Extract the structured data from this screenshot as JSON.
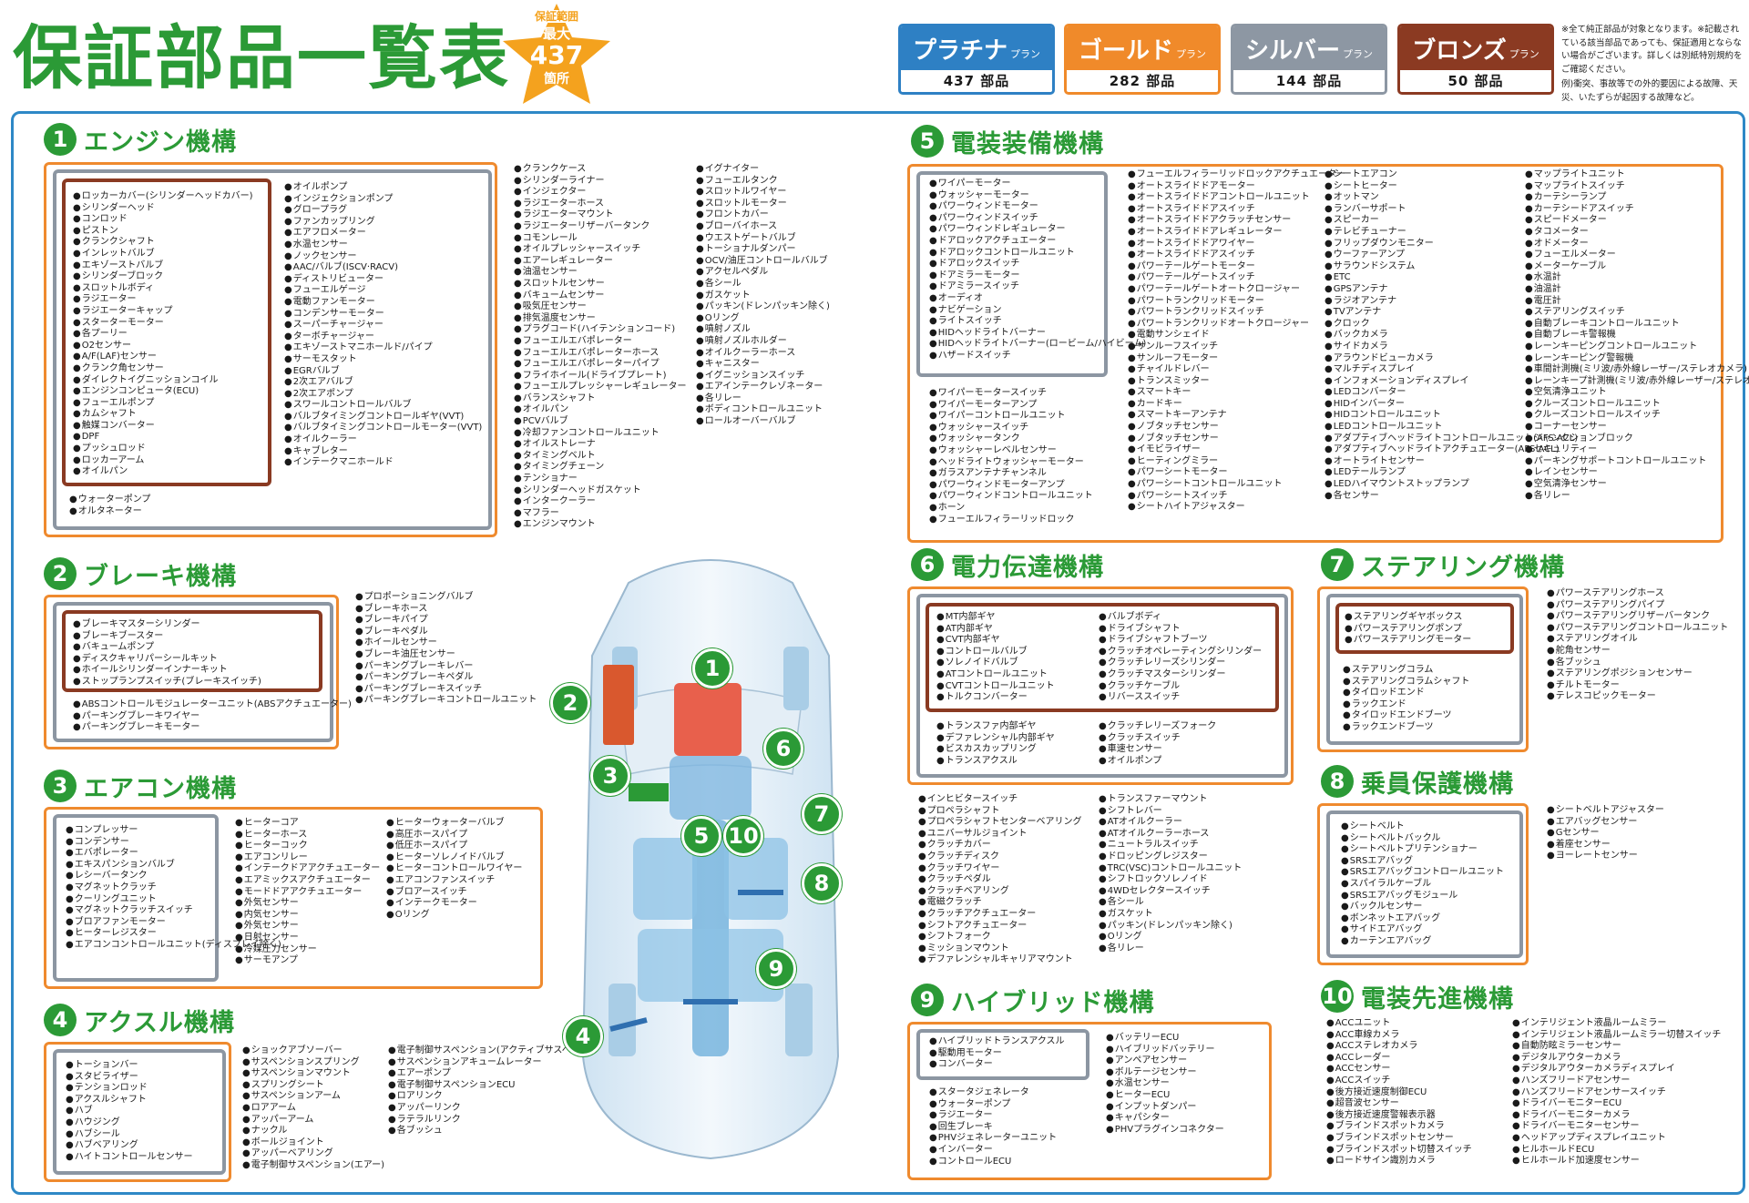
{
  "title": "保証部品一覧表",
  "star": {
    "label": "保証範囲",
    "max_label": "最大",
    "count": "437",
    "unit": "箇所"
  },
  "plans": [
    {
      "name": "プラチナ",
      "suffix": "プラン",
      "count": "437 部品",
      "color": "#2e80c4"
    },
    {
      "name": "ゴールド",
      "suffix": "プラン",
      "count": "282 部品",
      "color": "#f08a2a"
    },
    {
      "name": "シルバー",
      "suffix": "プラン",
      "count": "144 部品",
      "color": "#8d97a3"
    },
    {
      "name": "ブロンズ",
      "suffix": "プラン",
      "count": "50 部品",
      "color": "#8b3a22"
    }
  ],
  "notes": [
    "※全て純正部品が対象となります。※記載されている該当部品であっても、保証適用とならない場合がございます。詳しくは別紙特別規約をご確認ください。",
    "例)衝突、事故等での外的要因による故障、天災、いたずらが起因する故障など。"
  ],
  "sections": {
    "s1": {
      "num": "1",
      "title": "エンジン機構",
      "bronze": [
        "ロッカーカバー(シリンダーヘッドカバー)",
        "シリンダーヘッド",
        "コンロッド",
        "ピストン",
        "クランクシャフト",
        "インレットバルブ",
        "エキゾーストバルブ",
        "シリンダーブロック",
        "スロットルボディ",
        "ラジエーター",
        "ラジエーターキャップ",
        "スターターモーター",
        "各プーリー",
        "O2センサー",
        "A/F(LAF)センサー",
        "クランク角センサー",
        "ダイレクトイグニッションコイル",
        "エンジンコンピュータ(ECU)",
        "フューエルポンプ",
        "カムシャフト",
        "触媒コンバーター",
        "DPF",
        "プッシュロッド",
        "ロッカーアーム",
        "オイルパン"
      ],
      "bronze2": [
        "オイルポンプ",
        "インジェクションポンプ",
        "グロープラグ",
        "ファンカップリング",
        "エアフロメーター",
        "水温センサー",
        "ノックセンサー",
        "AAC/バルブ(ISCV·RACV)",
        "ディストリビューター",
        "フューエルゲージ",
        "電動ファンモーター",
        "コンデンサーモーター",
        "スーパーチャージャー",
        "ターボチャージャー",
        "エキゾーストマニホールド/パイプ",
        "サーモスタット",
        "EGRバルブ",
        "2次エアバルブ",
        "2次エアポンプ",
        "スワールコントロールバルブ",
        "バルブタイミングコントロールギヤ(VVT)",
        "バルブタイミングコントロールモーター(VVT)",
        "オイルクーラー",
        "キャブレター",
        "インテークマニホールド"
      ],
      "silver": [
        "ウォーターポンプ",
        "オルタネーター"
      ],
      "other1": [
        "クランクケース",
        "シリンダーライナー",
        "インジェクター",
        "ラジエーターホース",
        "ラジエーターマウント",
        "ラジエーターリザーバータンク",
        "コモンレール",
        "オイルプレッシャースイッチ",
        "エアーレギュレーター",
        "油温センサー",
        "スロットルセンサー",
        "バキュームセンサー",
        "吸気圧センサー",
        "排気温度センサー",
        "プラグコード(ハイテンションコード)",
        "フューエルエバポレーター",
        "フューエルエバポレーターホース",
        "フューエルエバポレーターパイプ",
        "フライホイール(ドライブプレート)",
        "フューエルプレッシャーレギュレーター",
        "バランスシャフト",
        "オイルパン",
        "PCVバルブ",
        "冷却ファンコントロールユニット",
        "オイルストレーナ",
        "タイミングベルト",
        "タイミングチェーン",
        "テンショナー",
        "シリンダーヘッドガスケット",
        "インタークーラー",
        "マフラー",
        "エンジンマウント"
      ],
      "other2": [
        "イグナイター",
        "フューエルタンク",
        "スロットルワイヤー",
        "スロットルモーター",
        "フロントカバー",
        "ブローバイホース",
        "ウエストゲートバルブ",
        "トーショナルダンパー",
        "OCV/油圧コントロールバルブ",
        "アクセルペダル",
        "各シール",
        "ガスケット",
        "パッキン(ドレンパッキン除く)",
        "Oリング",
        "噴射ノズル",
        "噴射ノズルホルダー",
        "オイルクーラーホース",
        "キャニスター",
        "イグニッションスイッチ",
        "エアインテークレゾネーター",
        "各リレー",
        "ボディコントロールユニット",
        "ロールオーバーバルブ"
      ]
    },
    "s2": {
      "num": "2",
      "title": "ブレーキ機構",
      "bronze": [
        "ブレーキマスターシリンダー",
        "ブレーキブースター",
        "バキュームポンプ",
        "ディスクキャリパーシールキット",
        "ホイールシリンダーインナーキット",
        "ストップランプスイッチ(ブレーキスイッチ)"
      ],
      "silver": [
        "ABSコントロールモジュレーターユニット(ABSアクチュエーター)",
        "パーキングブレーキワイヤー",
        "パーキングブレーキモーター"
      ],
      "other": [
        "プロポーショニングバルブ",
        "ブレーキホース",
        "ブレーキパイプ",
        "ブレーキペダル",
        "ホイールセンサー",
        "ブレーキ油圧センサー",
        "パーキングブレーキレバー",
        "パーキングブレーキペダル",
        "パーキングブレーキスイッチ",
        "パーキングブレーキコントロールユニット"
      ]
    },
    "s3": {
      "num": "3",
      "title": "エアコン機構",
      "silver": [
        "コンプレッサー",
        "コンデンサー",
        "エバポレーター",
        "エキスパンションバルブ",
        "レシーバータンク",
        "マグネットクラッチ",
        "クーリングユニット",
        "マグネットクラッチスイッチ",
        "ブロアファンモーター",
        "ヒーターレジスター",
        "エアコンコントロールユニット(ディスプレイ除く)"
      ],
      "other1": [
        "ヒーターコア",
        "ヒーターホース",
        "ヒーターコック",
        "エアコンリレー",
        "インテークドアアクチュエーター",
        "エアミックスアクチュエーター",
        "モードドアアクチュエーター",
        "外気センサー",
        "内気センサー",
        "外気センサー",
        "日射センサー",
        "冷媒圧力センサー",
        "サーモアンプ"
      ],
      "other2": [
        "ヒーターウォーターバルブ",
        "高圧ホースパイプ",
        "低圧ホースパイプ",
        "ヒーターソレノイドバルブ",
        "ヒーターコントロールワイヤー",
        "エアコンファンスイッチ",
        "ブロアースイッチ",
        "インテークモーター",
        "Oリング"
      ]
    },
    "s4": {
      "num": "4",
      "title": "アクスル機構",
      "silver": [
        "トーションバー",
        "スタビライザー",
        "テンションロッド",
        "アクスルシャフト",
        "ハブ",
        "ハウジング",
        "ハブシール",
        "ハブベアリング",
        "ハイトコントロールセンサー"
      ],
      "other1": [
        "ショックアブソーバー",
        "サスペンションスプリング",
        "サスペンションマウント",
        "スプリングシート",
        "サスペンションアーム",
        "ロアアーム",
        "アッパーアーム",
        "ナックル",
        "ボールジョイント",
        "アッパーベアリング",
        "電子制御サスペンション(エアー)"
      ],
      "other2": [
        "電子制御サスペンション(アクティブサスペンション)",
        "サスペンションアキュームレーター",
        "エアーポンプ",
        "電子制御サスペンションECU",
        "ロアリンク",
        "アッパーリンク",
        "ラテラルリンク",
        "各ブッシュ"
      ]
    },
    "s5": {
      "num": "5",
      "title": "電装装備機構",
      "silver": [
        "ワイパーモーター",
        "ウォッシャーモーター",
        "パワーウィンドモーター",
        "パワーウィンドスイッチ",
        "パワーウィンドレギュレーター",
        "ドアロックアクチュエーター",
        "ドアロックコントロールユニット",
        "ドアロックスイッチ",
        "ドアミラーモーター",
        "ドアミラースイッチ",
        "オーディオ",
        "ナビゲーション",
        "ライトスイッチ",
        "HIDヘッドライトバーナー",
        "HIDヘッドライトバーナー(ロービーム/ハイビーム)",
        "ハザードスイッチ"
      ],
      "gold": [
        "ワイパーモータースイッチ",
        "ワイパーモーターアンプ",
        "ワイパーコントロールユニット",
        "ウォッシャースイッチ",
        "ウォッシャータンク",
        "ウォッシャーレベルセンサー",
        "ヘッドライトウォッシャーモーター",
        "ガラスアンテナチャンネル",
        "パワーウィンドモーターアンプ",
        "パワーウィンドコントロールユニット",
        "ホーン",
        "フューエルフィラーリッドロック"
      ],
      "col2": [
        "フューエルフィラーリッドロックアクチュエーター",
        "オートスライドドアモーター",
        "オートスライドドアコントロールユニット",
        "オートスライドドアスイッチ",
        "オートスライドドアクラッチセンサー",
        "オートスライドドアレギュレーター",
        "オートスライドドアワイヤー",
        "オートスライドドアスイッチ",
        "パワーテールゲートモーター",
        "パワーテールゲートスイッチ",
        "パワーテールゲートオートクロージャー",
        "パワートランクリッドモーター",
        "パワートランクリッドスイッチ",
        "パワートランクリッドオートクロージャー",
        "電動サンシェイド",
        "サンルーフスイッチ",
        "サンルーフモーター",
        "チャイルドレバー",
        "トランスミッター",
        "スマートキー",
        "カードキー",
        "スマートキーアンテナ",
        "ノブタッチセンサー",
        "ノブタッチセンサー",
        "イモビライザー",
        "ヒーティングミラー",
        "パワーシートモーター",
        "パワーシートコントロールユニット",
        "パワーシートスイッチ",
        "シートハイトアジャスター"
      ],
      "col3": [
        "シートエアコン",
        "シートヒーター",
        "オットマン",
        "ランバーサポート",
        "スピーカー",
        "テレビチューナー",
        "フリップダウンモニター",
        "ウーファーアンプ",
        "サラウンドシステム",
        "ETC",
        "GPSアンテナ",
        "ラジオアンテナ",
        "TVアンテナ",
        "クロック",
        "バックカメラ",
        "サイドカメラ",
        "アラウンドビューカメラ",
        "マルチディスプレイ",
        "インフォメーションディスプレイ",
        "LEDコンバーター",
        "HIDインバーター",
        "HIDコントロールユニット",
        "LEDコントロールユニット",
        "アダプティブヘッドライトコントロールユニット(AFS·ACL)",
        "アダプティブヘッドライトアクチュエーター(AFS·ACL)",
        "オートライトセンサー",
        "LEDテールランプ",
        "LEDハイマウントストップランプ",
        "各センサー"
      ],
      "col4": [
        "マップライトユニット",
        "マップライトスイッチ",
        "カーテシーランプ",
        "カーテシードアスイッチ",
        "スピードメーター",
        "タコメーター",
        "オドメーター",
        "フューエルメーター",
        "メーターケーブル",
        "水温計",
        "油温計",
        "電圧計",
        "ステアリングスイッチ",
        "自動ブレーキコントロールユニット",
        "自動ブレーキ警報機",
        "レーンキーピングコントロールユニット",
        "レーンキーピング警報機",
        "車間計測機(ミリ波/赤外線レーザー/ステレオカメラ)",
        "レーンキープ計測機(ミリ波/赤外線レーザー/ステレオカメラ)",
        "空気清浄ユニット",
        "クルーズコントロールユニット",
        "クルーズコントロールスイッチ",
        "コーナーセンサー",
        "ジャンクションブロック",
        "セキュリティー",
        "パーキングサポートコントロールユニット",
        "レインセンサー",
        "空気清浄センサー",
        "各リレー"
      ]
    },
    "s6": {
      "num": "6",
      "title": "電力伝達機構",
      "bronze": [
        "MT内部ギヤ",
        "AT内部ギヤ",
        "CVT内部ギヤ",
        "コントロールバルブ",
        "ソレノイドバルブ",
        "ATコントロールユニット",
        "CVTコントロールユニット",
        "トルクコンバーター"
      ],
      "bronze2": [
        "バルブボディ",
        "ドライブシャフト",
        "ドライブシャフトブーツ",
        "クラッチオペレーティングシリンダー",
        "クラッチレリーズシリンダー",
        "クラッチマスターシリンダー",
        "クラッチケーブル",
        "リバーススイッチ"
      ],
      "gold": [
        "トランスファ内部ギヤ",
        "デファレンシャル内部ギヤ",
        "ビスカスカップリング",
        "トランスアクスル"
      ],
      "gold2": [
        "クラッチレリーズフォーク",
        "クラッチスイッチ",
        "車速センサー",
        "オイルポンプ"
      ],
      "other1": [
        "インヒビタースイッチ",
        "プロペラシャフト",
        "プロペラシャフトセンターベアリング",
        "ユニバーサルジョイント",
        "クラッチカバー",
        "クラッチディスク",
        "クラッチワイヤー",
        "クラッチペダル",
        "クラッチベアリング",
        "電磁クラッチ",
        "クラッチアクチュエーター",
        "シフトアクチュエーター",
        "シフトフォーク",
        "ミッションマウント",
        "デファレンシャルキャリアマウント"
      ],
      "other2": [
        "トランスファーマウント",
        "シフトレバー",
        "ATオイルクーラー",
        "ATオイルクーラーホース",
        "ニュートラルスイッチ",
        "ドロッピングレジスター",
        "TRC(VSC)コントロールユニット",
        "シフトロックソレノイド",
        "4WDセレクタースイッチ",
        "各シール",
        "ガスケット",
        "パッキン(ドレンパッキン除く)",
        "Oリング",
        "各リレー"
      ]
    },
    "s7": {
      "num": "7",
      "title": "ステアリング機構",
      "bronze": [
        "ステアリングギヤボックス",
        "パワーステアリングポンプ",
        "パワーステアリングモーター"
      ],
      "silver": [
        "ステアリングコラム",
        "ステアリングコラムシャフト",
        "タイロッドエンド",
        "ラックエンド",
        "タイロッドエンドブーツ",
        "ラックエンドブーツ"
      ],
      "other": [
        "パワーステアリングホース",
        "パワーステアリングパイプ",
        "パワーステアリングリザーバータンク",
        "パワーステアリングコントロールユニット",
        "ステアリングオイル",
        "舵角センサー",
        "各ブッシュ",
        "ステアリングポジションセンサー",
        "チルトモーター",
        "テレスコピックモーター"
      ]
    },
    "s8": {
      "num": "8",
      "title": "乗員保護機構",
      "silver": [
        "シートベルト",
        "シートベルトバックル",
        "シートベルトプリテンショナー",
        "SRSエアバッグ",
        "SRSエアバッグコントロールユニット",
        "スパイラルケーブル",
        "SRSエアバッグモジュール",
        "バックルセンサー",
        "ボンネットエアバッグ",
        "サイドエアバッグ",
        "カーテンエアバッグ"
      ],
      "other": [
        "シートベルトアジャスター",
        "エアバッグセンサー",
        "Gセンサー",
        "着座センサー",
        "ヨーレートセンサー"
      ]
    },
    "s9": {
      "num": "9",
      "title": "ハイブリッド機構",
      "silver": [
        "ハイブリッドトランスアクスル",
        "駆動用モーター",
        "コンバーター"
      ],
      "gold": [
        "スタータジェネレータ",
        "ウォーターポンプ",
        "ラジエーター",
        "回生ブレーキ",
        "PHVジェネレーターユニット",
        "インバーター",
        "コントロールECU"
      ],
      "gold2": [
        "バッテリーECU",
        "ハイブリッドバッテリー",
        "アンペアセンサー",
        "ボルテージセンサー",
        "水温センサー",
        "ヒーターECU",
        "インプットダンパー",
        "キャパシター",
        "PHVプラグインコネクター"
      ]
    },
    "s10": {
      "num": "10",
      "title": "電装先進機構",
      "other1": [
        "ACCユニット",
        "ACC車線カメラ",
        "ACCステレオカメラ",
        "ACCレーダー",
        "ACCセンサー",
        "ACCスイッチ",
        "後方接近速度制御ECU",
        "超音波センサー",
        "後方接近速度警報表示器",
        "ブラインドスポットカメラ",
        "ブラインドスポットセンサー",
        "ブラインドスポット切替スイッチ",
        "ロードサイン識別カメラ"
      ],
      "other2": [
        "インテリジェント液晶ルームミラー",
        "インテリジェント液晶ルームミラー切替スイッチ",
        "自動防眩ミラーセンサー",
        "デジタルアウターカメラ",
        "デジタルアウターカメラディスプレイ",
        "ハンズフリードアセンサー",
        "ハンズフリードアセンサースイッチ",
        "ドライバーモニターECU",
        "ドライバーモニターカメラ",
        "ドライバーモニターセンサー",
        "ヘッドアップディスプレイユニット",
        "ヒルホールドECU",
        "ヒルホールド加速度センサー"
      ]
    }
  },
  "car_markers": [
    "1",
    "2",
    "3",
    "4",
    "5",
    "6",
    "7",
    "8",
    "9",
    "10"
  ],
  "colors": {
    "green": "#2b9a36",
    "orange": "#ef8a2e",
    "gray": "#8c96a2",
    "brown": "#8a3a22",
    "blue": "#2e88c6"
  }
}
